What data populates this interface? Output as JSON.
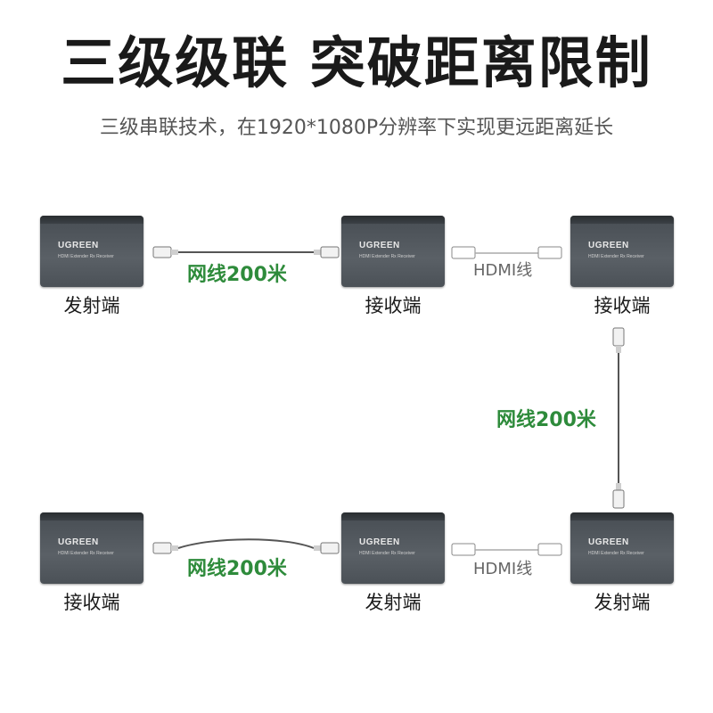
{
  "title": "三级级联  突破距离限制",
  "subtitle": "三级串联技术，在1920*1080P分辨率下实现更远距离延长",
  "device": {
    "brand": "UGREEN",
    "model": "HDMI  Extender Rx  Receiver"
  },
  "labels": {
    "transmitter": "发射端",
    "receiver": "接收端",
    "network_cable": "网线200米",
    "hdmi_cable": "HDMI线"
  },
  "colors": {
    "green": "#2e8b3b",
    "device": "#4f555b"
  }
}
